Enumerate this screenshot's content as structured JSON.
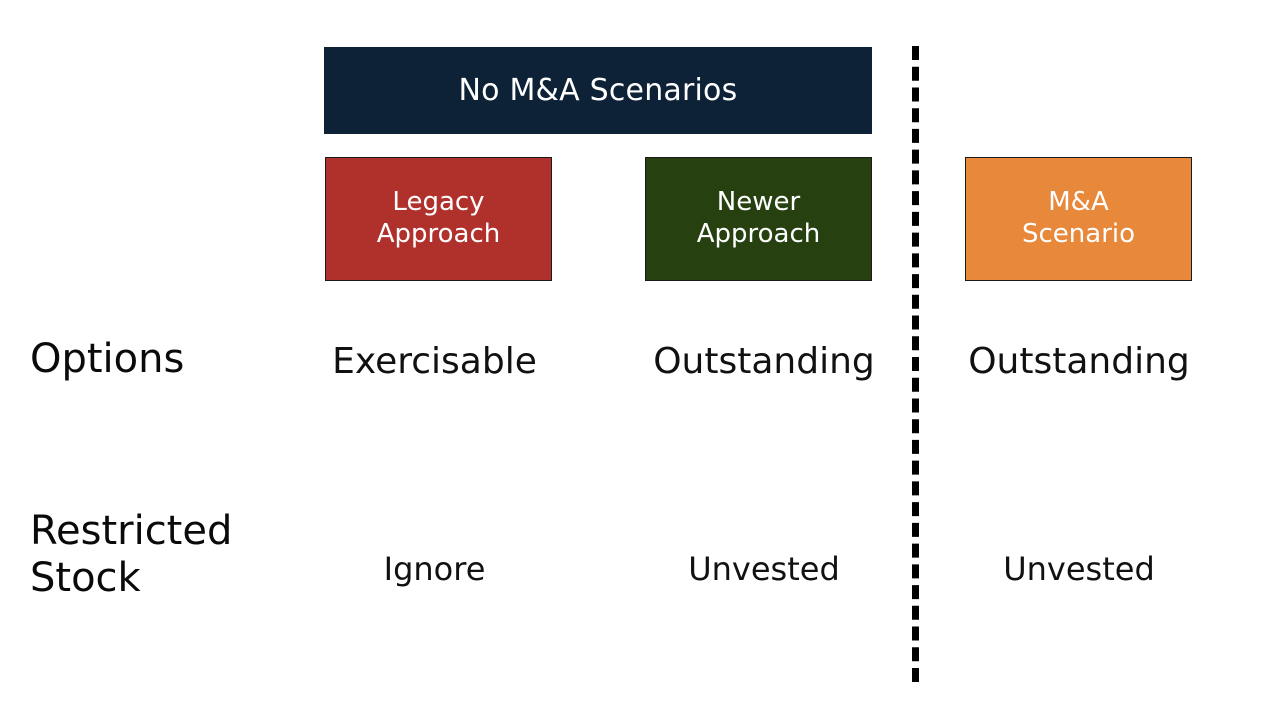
{
  "banner": {
    "label": "No M&A Scenarios",
    "background_color": "#0d2236",
    "text_color": "#ffffff"
  },
  "columns": [
    {
      "id": "legacy",
      "label": "Legacy\nApproach",
      "color": "#b0302c",
      "group": "No M&A Scenarios"
    },
    {
      "id": "newer",
      "label": "Newer\nApproach",
      "color": "#26400f",
      "group": "No M&A Scenarios"
    },
    {
      "id": "ma",
      "label": "M&A\nScenario",
      "color": "#e8883a",
      "group": "M&A"
    }
  ],
  "rows": [
    {
      "id": "options",
      "label": "Options",
      "cells": [
        "Exercisable",
        "Outstanding",
        "Outstanding"
      ]
    },
    {
      "id": "restricted-stock",
      "label": "Restricted\nStock",
      "cells": [
        "Ignore",
        "Unvested",
        "Unvested"
      ]
    }
  ],
  "divider": {
    "style": "dashed",
    "color": "#000000",
    "orientation": "vertical"
  },
  "palette": {
    "background": "#ffffff",
    "navy": "#0d2236",
    "red": "#b0302c",
    "green": "#26400f",
    "orange": "#e8883a",
    "text": "#111111",
    "box_border": "#1b1b1b"
  }
}
